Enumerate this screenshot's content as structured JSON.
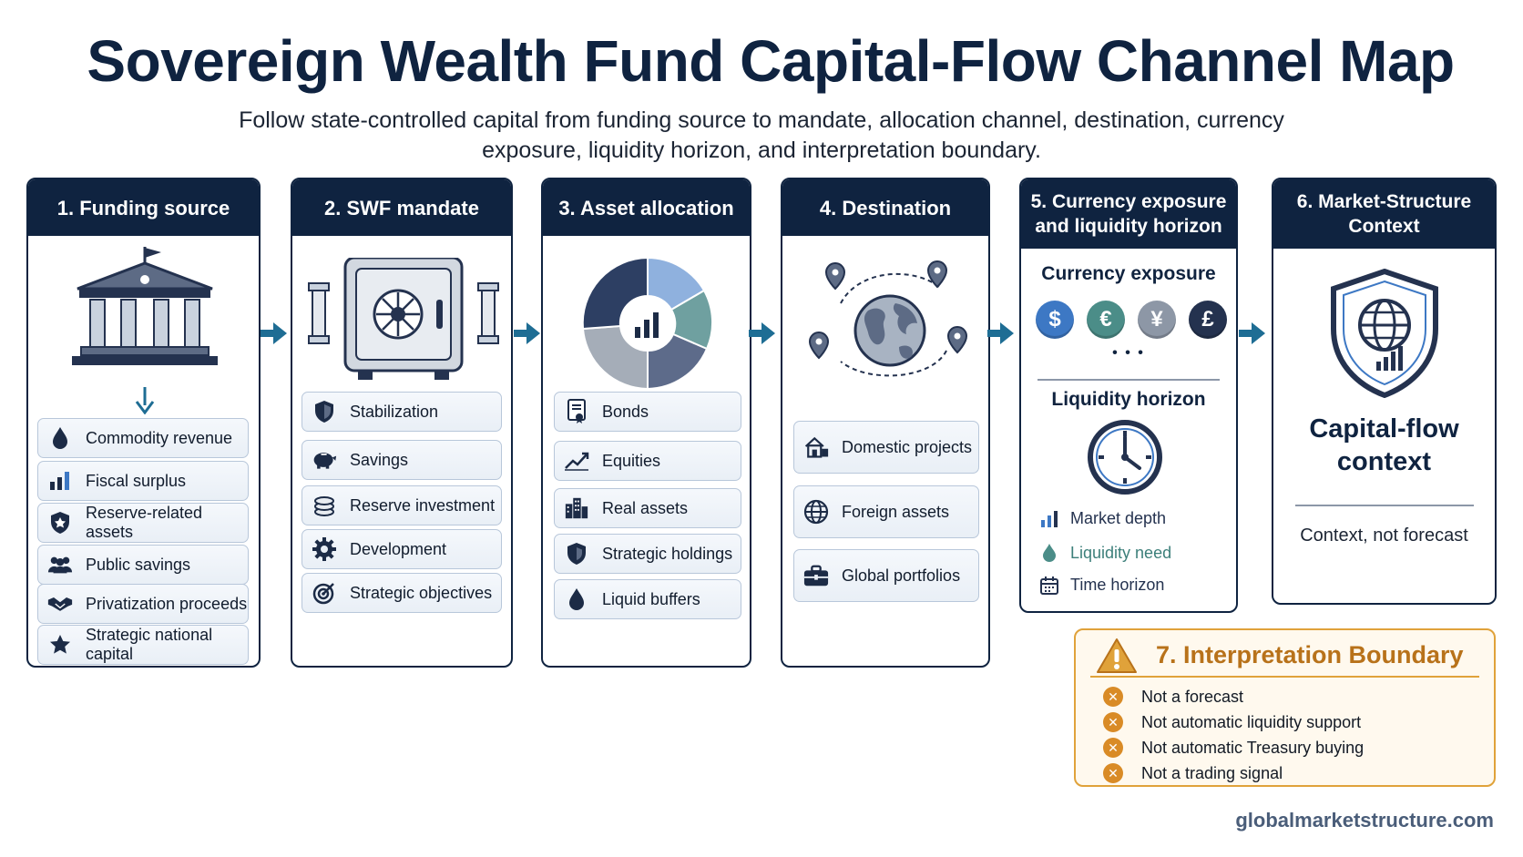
{
  "title": "Sovereign Wealth Fund Capital-Flow Channel Map",
  "subtitle": "Follow state-controlled capital from funding source to mandate, allocation channel, destination, currency exposure, liquidity horizon, and interpretation boundary.",
  "columns": {
    "funding": {
      "title": "1. Funding source",
      "items": [
        "Commodity revenue",
        "Fiscal surplus",
        "Reserve-related assets",
        "Public savings",
        "Privatization proceeds",
        "Strategic national capital"
      ]
    },
    "mandate": {
      "title": "2. SWF mandate",
      "items": [
        "Stabilization",
        "Savings",
        "Reserve investment",
        "Development",
        "Strategic objectives"
      ]
    },
    "allocation": {
      "title": "3. Asset allocation",
      "items": [
        "Bonds",
        "Equities",
        "Real assets",
        "Strategic holdings",
        "Liquid buffers"
      ]
    },
    "destination": {
      "title": "4. Destination",
      "items": [
        "Domestic projects",
        "Foreign assets",
        "Global portfolios"
      ]
    },
    "currency": {
      "title_line1": "5. Currency exposure",
      "title_line2": "and liquidity horizon",
      "currency_heading": "Currency exposure",
      "symbols": [
        "$",
        "€",
        "¥",
        "£"
      ],
      "more": "• • •",
      "liquidity_heading": "Liquidity horizon",
      "items": [
        "Market depth",
        "Liquidity need",
        "Time horizon"
      ]
    },
    "context": {
      "title_line1": "6. Market-Structure",
      "title_line2": "Context",
      "headline_line1": "Capital-flow",
      "headline_line2": "context",
      "note": "Context, not forecast"
    }
  },
  "boundary": {
    "title": "7. Interpretation Boundary",
    "items": [
      "Not a forecast",
      "Not automatic liquidity support",
      "Not automatic Treasury buying",
      "Not a trading signal"
    ]
  },
  "footer": "globalmarketstructure.com",
  "colors": {
    "navy": "#0f2340",
    "arrow": "#1e6d94",
    "warning": "#e0a23a",
    "dollar": "#3d78c4",
    "euro": "#4b8d88",
    "yen": "#8d97a6",
    "pound": "#24324f"
  }
}
